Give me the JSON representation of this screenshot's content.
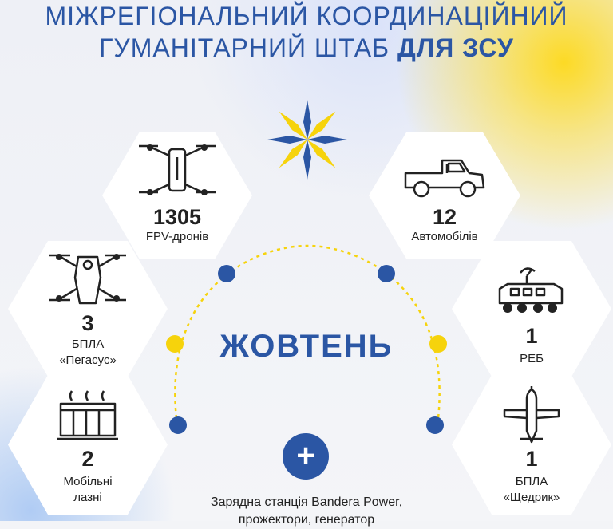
{
  "header": {
    "line1": "МІЖРЕГІОНАЛЬНИЙ КООРДИНАЦІЙНИЙ",
    "line2_prefix": "ГУМАНІТАРНИЙ ШТАБ ",
    "line2_bold": "ДЛЯ ЗСУ"
  },
  "month": "ЖОВТЕНЬ",
  "items": [
    {
      "value": "1305",
      "label": "FPV-дронів",
      "icon": "fpv-drone-icon"
    },
    {
      "value": "12",
      "label": "Автомобілів",
      "icon": "pickup-truck-icon"
    },
    {
      "value": "3",
      "label_line1": "БПЛА",
      "label_line2": "«Пегасус»",
      "icon": "pegasus-drone-icon"
    },
    {
      "value": "1",
      "label": "РЕБ",
      "icon": "ew-vehicle-icon"
    },
    {
      "value": "2",
      "label_line1": "Мобільні",
      "label_line2": "лазні",
      "icon": "mobile-bath-icon"
    },
    {
      "value": "1",
      "label_line1": "БПЛА",
      "label_line2": "«Щедрик»",
      "icon": "shchedryk-plane-icon"
    }
  ],
  "extra": {
    "line1": "Зарядна станція Bandera Power,",
    "line2": "прожектори, генератор"
  },
  "colors": {
    "blue": "#2b56a4",
    "yellow": "#f6d30c"
  }
}
